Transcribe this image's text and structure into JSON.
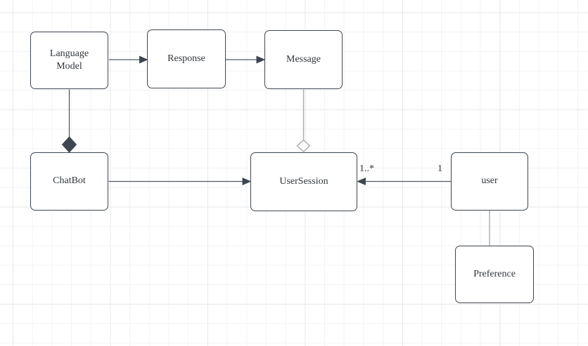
{
  "canvas": {
    "background": "#ffffff",
    "grid_minor_color": "#f3f3f4",
    "grid_major_color": "#e7e8e9"
  },
  "diagram": {
    "type": "uml-class-diagram",
    "nodes": [
      {
        "id": "language-model",
        "label": "Language Model"
      },
      {
        "id": "response",
        "label": "Response"
      },
      {
        "id": "message",
        "label": "Message"
      },
      {
        "id": "chatbot",
        "label": "ChatBot"
      },
      {
        "id": "user-session",
        "label": "UserSession"
      },
      {
        "id": "user",
        "label": "user"
      },
      {
        "id": "preference",
        "label": "Preference"
      }
    ],
    "edges": [
      {
        "from": "Language Model",
        "to": "Response",
        "type": "directed-arrow"
      },
      {
        "from": "Response",
        "to": "Message",
        "type": "directed-arrow"
      },
      {
        "from": "ChatBot",
        "to": "UserSession",
        "type": "directed-arrow"
      },
      {
        "from": "user",
        "to": "UserSession",
        "type": "directed-arrow",
        "source_multiplicity": "1",
        "target_multiplicity": "1..*"
      },
      {
        "from": "Language Model",
        "to": "ChatBot",
        "type": "composition-filled-diamond"
      },
      {
        "from": "Message",
        "to": "UserSession",
        "type": "aggregation-hollow-diamond"
      },
      {
        "from": "user",
        "to": "Preference",
        "type": "association-plain-line"
      }
    ],
    "colors": {
      "node_border": "#3e4751",
      "node_fill": "#ffffff",
      "edge_dark": "#505963",
      "edge_light": "#a9adb2",
      "text": "#30363c"
    }
  }
}
